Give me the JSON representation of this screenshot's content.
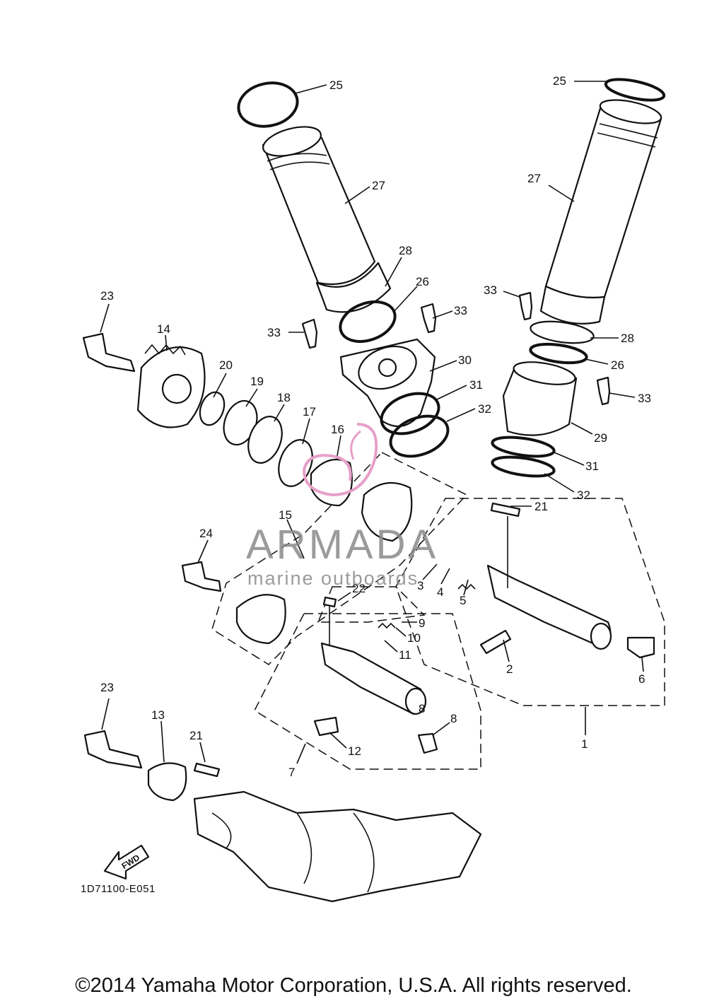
{
  "diagram": {
    "callouts": [
      "1",
      "2",
      "3",
      "4",
      "5",
      "6",
      "7",
      "8",
      "8",
      "9",
      "10",
      "11",
      "12",
      "13",
      "14",
      "15",
      "16",
      "17",
      "18",
      "19",
      "20",
      "21",
      "21",
      "22",
      "23",
      "23",
      "24",
      "25",
      "25",
      "26",
      "26",
      "27",
      "27",
      "28",
      "28",
      "29",
      "30",
      "31",
      "31",
      "32",
      "32",
      "33",
      "33",
      "33",
      "33"
    ],
    "reference_code": "1D71100-E051",
    "fwd_label": "FWD",
    "watermark": {
      "brand": "ARMADA",
      "tagline": "marine outboards",
      "logo_color": "#e6a0c8"
    }
  },
  "footer": {
    "copyright": "©2014 Yamaha Motor Corporation, U.S.A. All rights reserved."
  }
}
